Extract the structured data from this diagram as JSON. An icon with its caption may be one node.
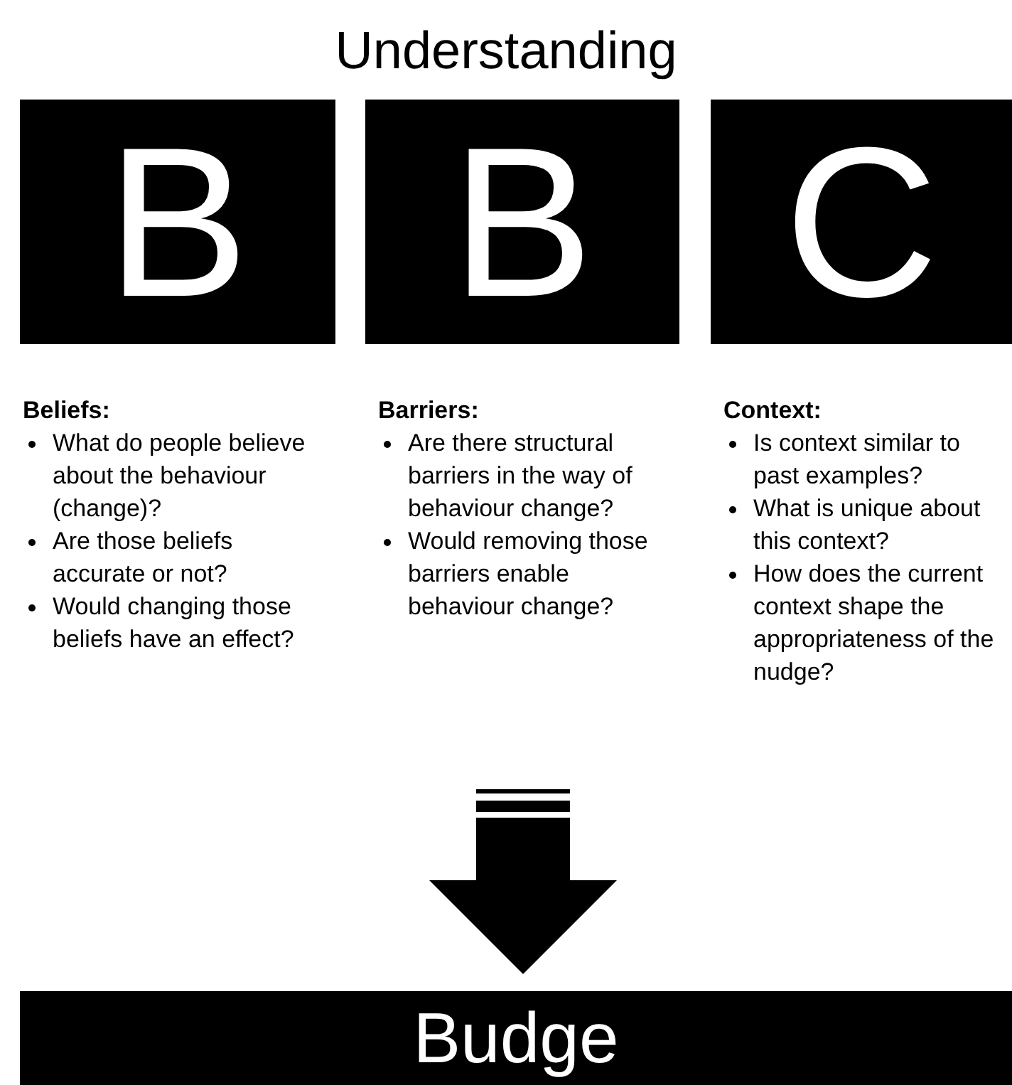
{
  "diagram": {
    "title": "Understanding",
    "nodes": [
      {
        "text": [
          "B"
        ],
        "beside": [
          "Beliefs:",
          "What do people believe about the behaviour (change)?",
          "Are those beliefs accurate or not?",
          "Would changing those beliefs have an effect?"
        ]
      },
      {
        "text": [
          "B"
        ],
        "beside": [
          "Barriers:",
          "Are there structural barriers in the way of behaviour change?",
          "Would removing those barriers enable behaviour change?"
        ]
      },
      {
        "text": [
          "C"
        ],
        "beside": [
          "Context:",
          "Is context similar to past examples?",
          "What is unique about this context?",
          "How does the current context shape the appropriateness of the nudge?"
        ]
      },
      {
        "text": [
          "Budge"
        ]
      }
    ],
    "edges": [
      {
        "from": null,
        "to": 3,
        "arrow": "to",
        "style": "thick"
      }
    ]
  }
}
